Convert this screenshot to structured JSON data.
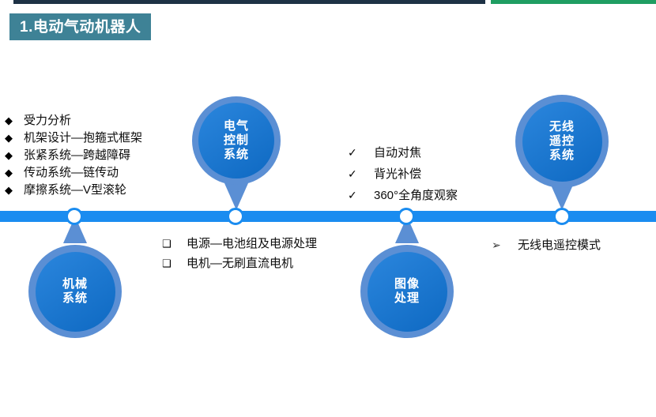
{
  "slide": {
    "title": "1.电动气动机器人",
    "title_banner_color": "#3e8296",
    "accent_color": "#1a8cf0",
    "pin_outer_color": "#5b8fd4",
    "pin_inner_color": "#1273cf",
    "top_bar_navy_color": "#1e3245",
    "top_bar_green_color": "#1f9e62"
  },
  "timeline": {
    "nodes": [
      {
        "name": "mechanical-node"
      },
      {
        "name": "electrical-node"
      },
      {
        "name": "imaging-node"
      },
      {
        "name": "wireless-node"
      }
    ]
  },
  "pins": [
    {
      "id": "mechanical",
      "position": "below",
      "lines": [
        "机械",
        "系统"
      ]
    },
    {
      "id": "electrical",
      "position": "above",
      "lines": [
        "电气",
        "控制",
        "系统"
      ]
    },
    {
      "id": "imaging",
      "position": "below",
      "lines": [
        "图像",
        "处理"
      ]
    },
    {
      "id": "wireless",
      "position": "above",
      "lines": [
        "无线",
        "遥控",
        "系统"
      ]
    }
  ],
  "text_blocks": {
    "mechanical": {
      "bullet_glyph": "◆",
      "items": [
        "受力分析",
        "机架设计—抱箍式框架",
        "张紧系统—跨越障碍",
        "传动系统—链传动",
        "摩擦系统—V型滚轮"
      ]
    },
    "electrical": {
      "bullet_glyph": "❑",
      "items": [
        "电源—电池组及电源处理",
        "电机—无刷直流电机"
      ]
    },
    "imaging": {
      "bullet_glyph": "✓",
      "items": [
        "自动对焦",
        "背光补偿",
        "360°全角度观察"
      ]
    },
    "wireless": {
      "bullet_glyph": "➢",
      "items": [
        "无线电遥控模式"
      ]
    }
  }
}
